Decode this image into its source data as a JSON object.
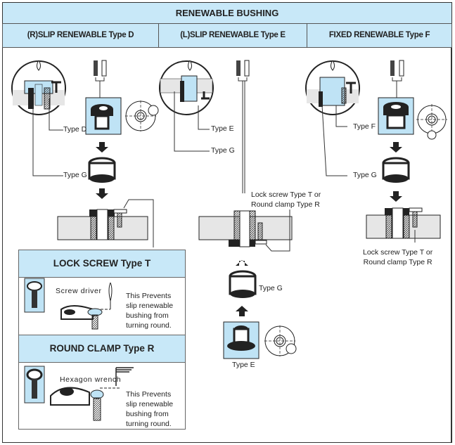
{
  "header": {
    "title": "RENEWABLE BUSHING"
  },
  "columns": [
    {
      "title": "(R)SLIP RENEWABLE  Type D"
    },
    {
      "title": "(L)SLIP RENEWABLE  Type E"
    },
    {
      "title": "FIXED RENEWABLE  Type F"
    }
  ],
  "col_d": {
    "label_bushing": "Type D",
    "label_liner": "Type G"
  },
  "col_e": {
    "label_bushing": "Type E",
    "label_liner": "Type G",
    "label_lock": [
      "Lock screw Type T or",
      "Round clamp Type R"
    ],
    "label_liner_bottom": "Type G",
    "label_bushing_bottom": "Type E"
  },
  "col_f": {
    "label_bushing": "Type F",
    "label_liner": "Type G",
    "label_lock": [
      "Lock screw Type T or",
      "Round clamp Type R"
    ]
  },
  "lock_screw": {
    "title": "LOCK SCREW  Type T",
    "tool_label": "Screw driver",
    "note": [
      "This Prevents",
      "slip renewable",
      "bushing from",
      "turning round."
    ]
  },
  "round_clamp": {
    "title": "ROUND CLAMP  Type R",
    "tool_label": "Hexagon wrench",
    "note": [
      "This Prevents",
      "slip renewable",
      "bushing from",
      "turning round."
    ]
  },
  "colors": {
    "header_bg": "#c8e8f8",
    "highlight_blue": "#bfe3f5",
    "plate_gray": "#e6e6e6",
    "ink": "#222222"
  }
}
